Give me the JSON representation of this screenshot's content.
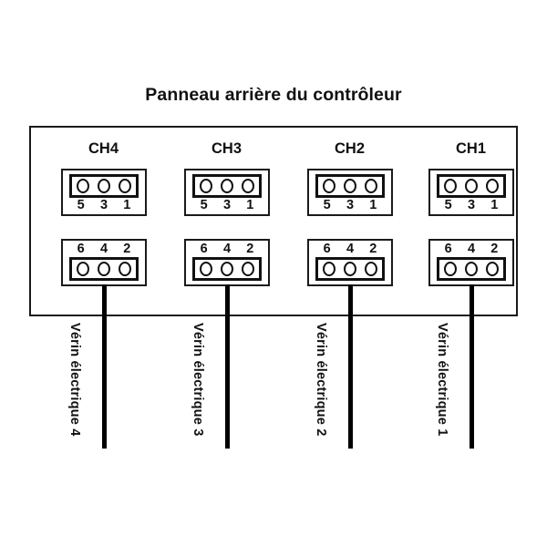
{
  "diagram": {
    "title": "Panneau arrière du contrôleur",
    "panel_border_color": "#1a1a1a",
    "cable_color": "#000000"
  },
  "channels": [
    {
      "name": "CH4",
      "top_connector": {
        "pins": [
          "5",
          "3",
          "1"
        ],
        "holes": 3
      },
      "bottom_connector": {
        "pins": [
          "6",
          "4",
          "2"
        ],
        "holes": 3
      },
      "cable_label": "Vérin électrique 4"
    },
    {
      "name": "CH3",
      "top_connector": {
        "pins": [
          "5",
          "3",
          "1"
        ],
        "holes": 3
      },
      "bottom_connector": {
        "pins": [
          "6",
          "4",
          "2"
        ],
        "holes": 3
      },
      "cable_label": "Vérin électrique 3"
    },
    {
      "name": "CH2",
      "top_connector": {
        "pins": [
          "5",
          "3",
          "1"
        ],
        "holes": 3
      },
      "bottom_connector": {
        "pins": [
          "6",
          "4",
          "2"
        ],
        "holes": 3
      },
      "cable_label": "Vérin électrique 2"
    },
    {
      "name": "CH1",
      "top_connector": {
        "pins": [
          "5",
          "3",
          "1"
        ],
        "holes": 3
      },
      "bottom_connector": {
        "pins": [
          "6",
          "4",
          "2"
        ],
        "holes": 3
      },
      "cable_label": "Vérin électrique 1"
    }
  ]
}
